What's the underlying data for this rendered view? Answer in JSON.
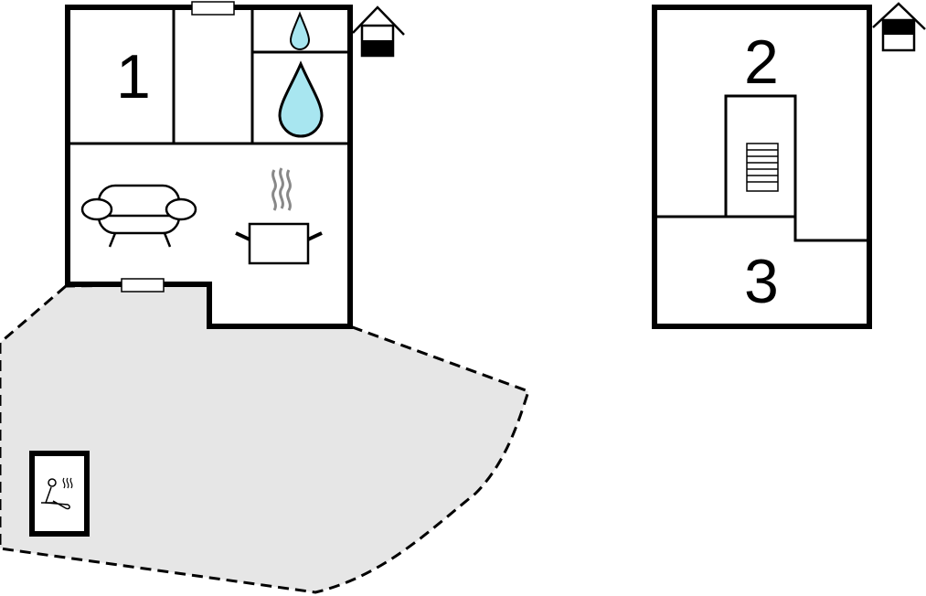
{
  "rooms": [
    {
      "label": "1"
    },
    {
      "label": "2"
    },
    {
      "label": "3"
    }
  ],
  "colors": {
    "wall": "#000000",
    "terrace": "#e6e6e6",
    "water": "#a8e6f0",
    "steam": "#888888"
  }
}
